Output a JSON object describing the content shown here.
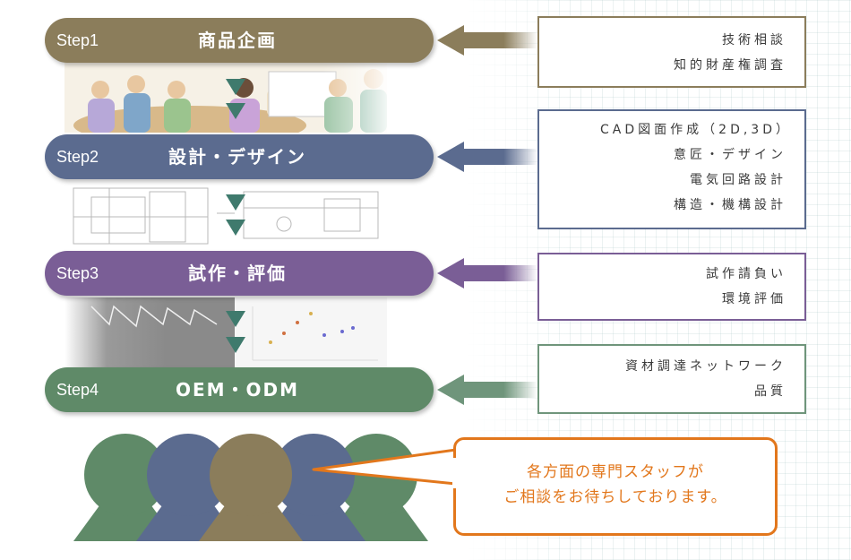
{
  "steps": [
    {
      "label": "Step1",
      "title": "商品企画",
      "color": "#8b7d5b",
      "side_color": "#8b7d5b",
      "services": [
        "技術相談",
        "知的財産権調査"
      ]
    },
    {
      "label": "Step2",
      "title": "設計・デザイン",
      "color": "#5b6b8f",
      "side_color": "#5b6b8f",
      "services": [
        "CAD図面作成（2D,3D）",
        "意匠・デザイン",
        "電気回路設計",
        "構造・機構設計"
      ]
    },
    {
      "label": "Step3",
      "title": "試作・評価",
      "color": "#7a5e96",
      "side_color": "#7a5e96",
      "services": [
        "試作請負い",
        "環境評価"
      ]
    },
    {
      "label": "Step4",
      "title": "OEM・ODM",
      "color": "#5f8a68",
      "side_color": "#6f957b",
      "services": [
        "資材調達ネットワーク",
        "品質"
      ]
    }
  ],
  "staff_colors": [
    "#5f8a68",
    "#5b6b8f",
    "#8b7d5b",
    "#5b6b8f",
    "#5f8a68"
  ],
  "bubble": {
    "line1": "各方面の専門スタッフが",
    "line2": "ご相談をお待ちしております。",
    "color": "#e2771c"
  },
  "arrow_color": "#3f7a6d"
}
